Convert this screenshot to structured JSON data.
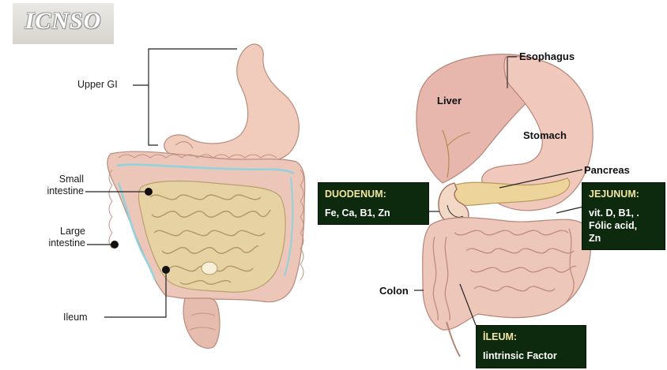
{
  "logo": {
    "text": "ICNSO"
  },
  "left_figure": {
    "labels": {
      "upper_gi": "Upper GI",
      "small_intestine": "Small\nintestine",
      "large_intestine": "Large\nintestine",
      "ileum": "Ileum"
    }
  },
  "right_figure": {
    "labels": {
      "esophagus": "Esophagus",
      "liver": "Liver",
      "stomach": "Stomach",
      "pancreas": "Pancreas",
      "colon": "Colon"
    },
    "boxes": {
      "duodenum": {
        "title": "DUODENUM:",
        "body": "Fe, Ca, B1, Zn"
      },
      "jejunum": {
        "title": "JEJUNUM:",
        "body": "vit. D, B1, .\nFólic acid,\nZn"
      },
      "ileum": {
        "title": "İLEUM:",
        "body": "Iintrinsic Factor"
      }
    }
  },
  "colors": {
    "box_background": "#0e2a0e",
    "box_title": "#f2e6a0",
    "stomach": "#f0c2b6",
    "intestine_small": "#e8d3a6",
    "intestine_large": "#e9c2b4"
  }
}
